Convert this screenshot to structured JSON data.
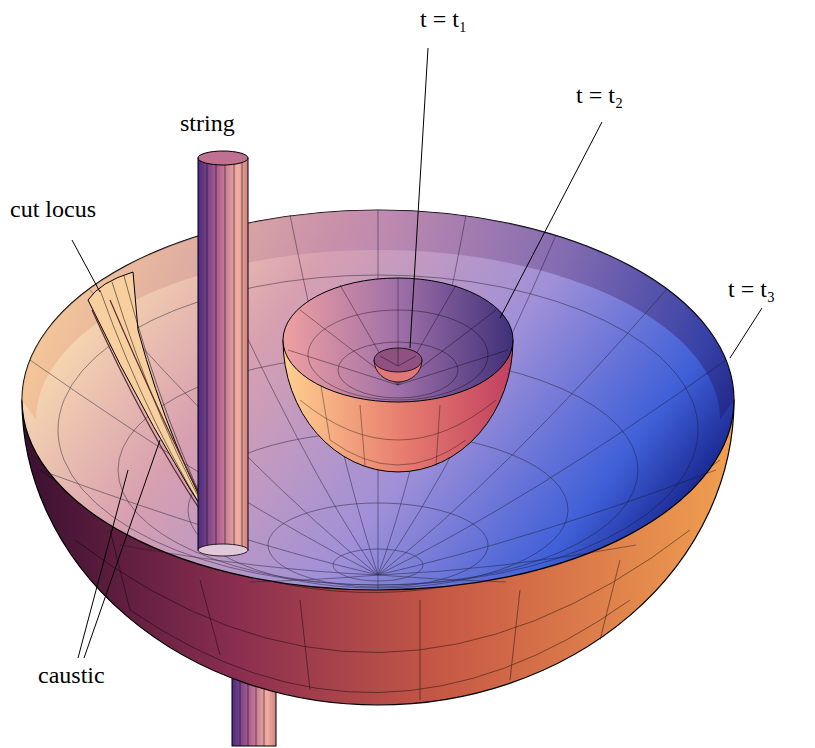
{
  "diagram": {
    "labels": [
      "t = t₁",
      "t = t₂",
      "string",
      "cut locus",
      "t = t₃",
      "caustic"
    ]
  }
}
